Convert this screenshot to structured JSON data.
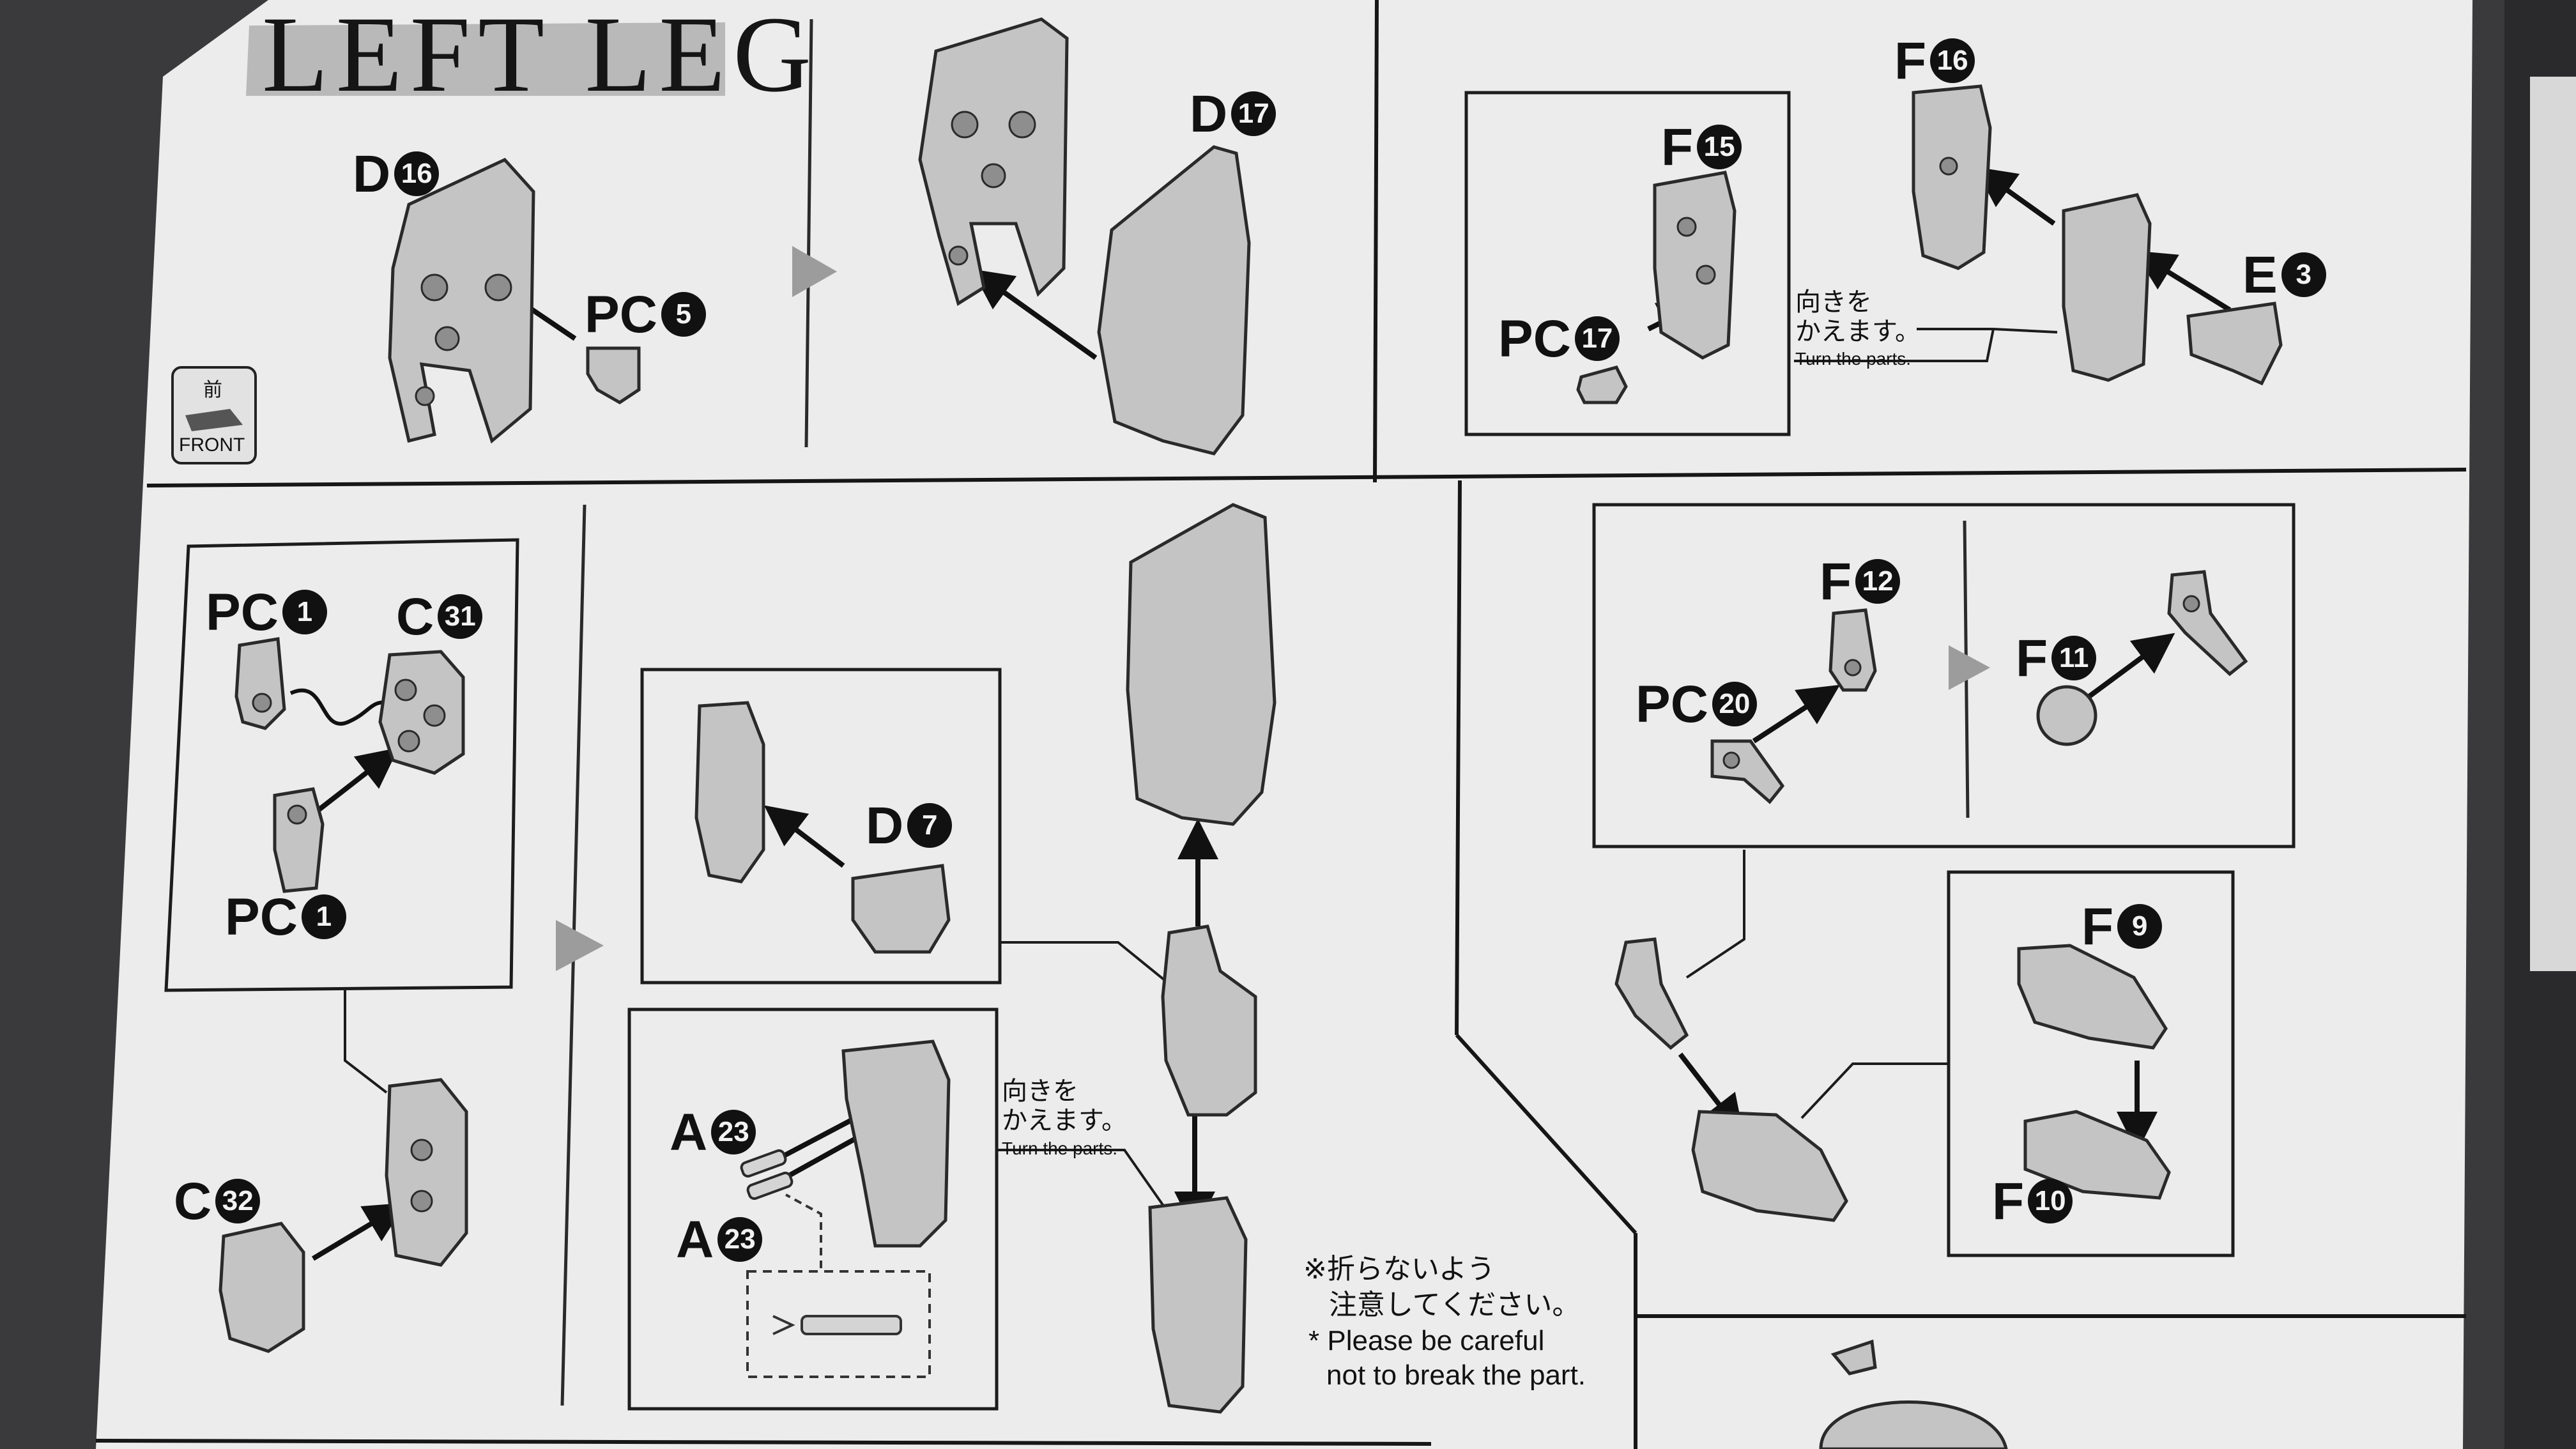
{
  "title": "LEFT LEG",
  "front": {
    "kanji": "前",
    "label": "FRONT"
  },
  "steps": {
    "s1": {
      "part_a": {
        "letter": "D",
        "num": "16"
      },
      "part_b": {
        "letter": "PC",
        "num": "5"
      }
    },
    "s2": {
      "part_a": {
        "letter": "D",
        "num": "17"
      }
    },
    "s3": {
      "inset_part_a": {
        "letter": "F",
        "num": "15"
      },
      "inset_part_b": {
        "letter": "PC",
        "num": "17"
      },
      "part_c": {
        "letter": "F",
        "num": "16"
      },
      "part_d": {
        "letter": "E",
        "num": "3"
      },
      "note_jp": [
        "向きを",
        "かえます。"
      ],
      "note_en": "Turn the parts."
    },
    "s4": {
      "part_a": {
        "letter": "PC",
        "num": "1"
      },
      "part_b": {
        "letter": "C",
        "num": "31"
      },
      "part_c": {
        "letter": "PC",
        "num": "1"
      },
      "part_d": {
        "letter": "C",
        "num": "32"
      }
    },
    "s5": {
      "part_a": {
        "letter": "D",
        "num": "7"
      },
      "part_b": {
        "letter": "A",
        "num": "23"
      },
      "part_c": {
        "letter": "A",
        "num": "23"
      },
      "note_jp": [
        "向きを",
        "かえます。"
      ],
      "note_en": "Turn the parts.",
      "caution_jp": [
        "※折らないよう",
        "注意してください。"
      ],
      "caution_en": [
        "* Please be careful",
        "not to break the part."
      ]
    },
    "s6": {
      "part_a": {
        "letter": "F",
        "num": "12"
      },
      "part_b": {
        "letter": "PC",
        "num": "20"
      },
      "part_c": {
        "letter": "F",
        "num": "11"
      },
      "part_d": {
        "letter": "F",
        "num": "9"
      },
      "part_e": {
        "letter": "F",
        "num": "10"
      }
    }
  },
  "colors": {
    "paper": "#ececec",
    "ink": "#151515",
    "part_fill": "#c4c4c4",
    "part_shade": "#9a9a9a",
    "arrow_gray": "#9c9c9c",
    "frame": "#3a3a3c"
  }
}
